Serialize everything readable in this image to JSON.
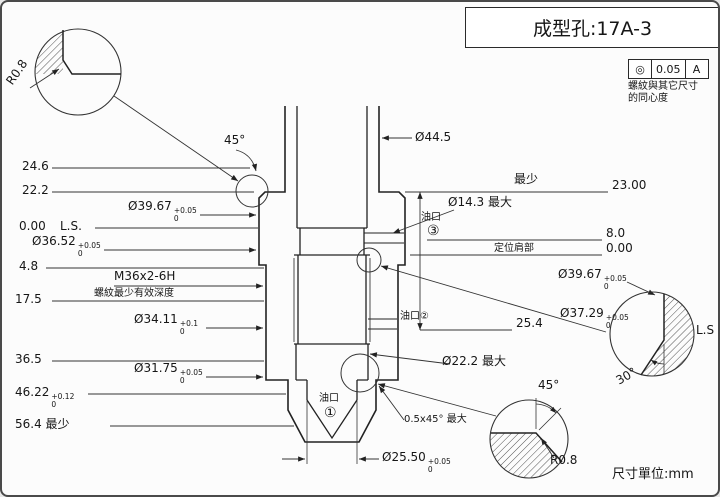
{
  "title_block": {
    "title": "成型孔:17A-3"
  },
  "tolerance_frame": {
    "symbol": "◎",
    "value": "0.05",
    "datum": "A",
    "note_line1": "螺紋與其它尺寸",
    "note_line2": "的同心度"
  },
  "units_note": "尺寸單位:mm",
  "left_dims": {
    "d1": "24.6",
    "d2": "22.2",
    "d3": "0.00",
    "d3b": "L.S.",
    "d4": "4.8",
    "d5": "17.5",
    "d6": "36.5",
    "d7": {
      "value": "46.22",
      "tol_top": "+0.12",
      "tol_bot": "0"
    },
    "d8": "56.4 最少"
  },
  "bore_dims": {
    "d3967": {
      "value": "Ø39.67",
      "tol_top": "+0.05",
      "tol_bot": "0"
    },
    "d3652": {
      "value": "Ø36.52",
      "tol_top": "+0.05",
      "tol_bot": "0"
    },
    "thread_spec": "M36x2-6H",
    "thread_note": "螺紋最少有效深度",
    "d3411": {
      "value": "Ø34.11",
      "tol_top": "+0.1",
      "tol_bot": "0"
    },
    "d3175": {
      "value": "Ø31.75",
      "tol_top": "+0.05",
      "tol_bot": "0"
    },
    "d2550": {
      "value": "Ø25.50",
      "tol_top": "+0.05",
      "tol_bot": "0"
    }
  },
  "top_dims": {
    "chamfer": "45°",
    "outer_dia": "Ø44.5"
  },
  "right_dims": {
    "min_label": "最少",
    "d2300": "23.00",
    "d143": "Ø14.3 最大",
    "d80": "8.0",
    "shoulder_label": "定位肩部",
    "d000": "0.00",
    "d3967": {
      "value": "Ø39.67",
      "tol_top": "+0.05",
      "tol_bot": "0"
    },
    "d3729": {
      "value": "Ø37.29",
      "tol_top": "+0.05",
      "tol_bot": "0"
    },
    "d254": "25.4",
    "d222": "Ø22.2 最大",
    "chamfer_note": "0.5x45° 最大"
  },
  "oil_ports": {
    "p1_label": "油口",
    "p1_num": "①",
    "p2_label": "油口②",
    "p3_label": "油口",
    "p3_num": "③"
  },
  "details": {
    "top_left_radius": "R0.8",
    "right_angle": "30°",
    "right_ls": "L.S",
    "bottom_angle": "45°",
    "bottom_radius": "R0.8"
  }
}
